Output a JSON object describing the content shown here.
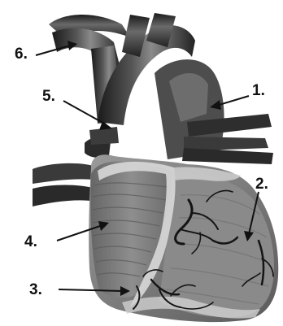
{
  "labels": [
    {
      "id": "label-1",
      "text": "1."
    },
    {
      "id": "label-2",
      "text": "2."
    },
    {
      "id": "label-3",
      "text": "3."
    },
    {
      "id": "label-4",
      "text": "4."
    },
    {
      "id": "label-5",
      "text": "5."
    },
    {
      "id": "label-6",
      "text": "6."
    }
  ]
}
